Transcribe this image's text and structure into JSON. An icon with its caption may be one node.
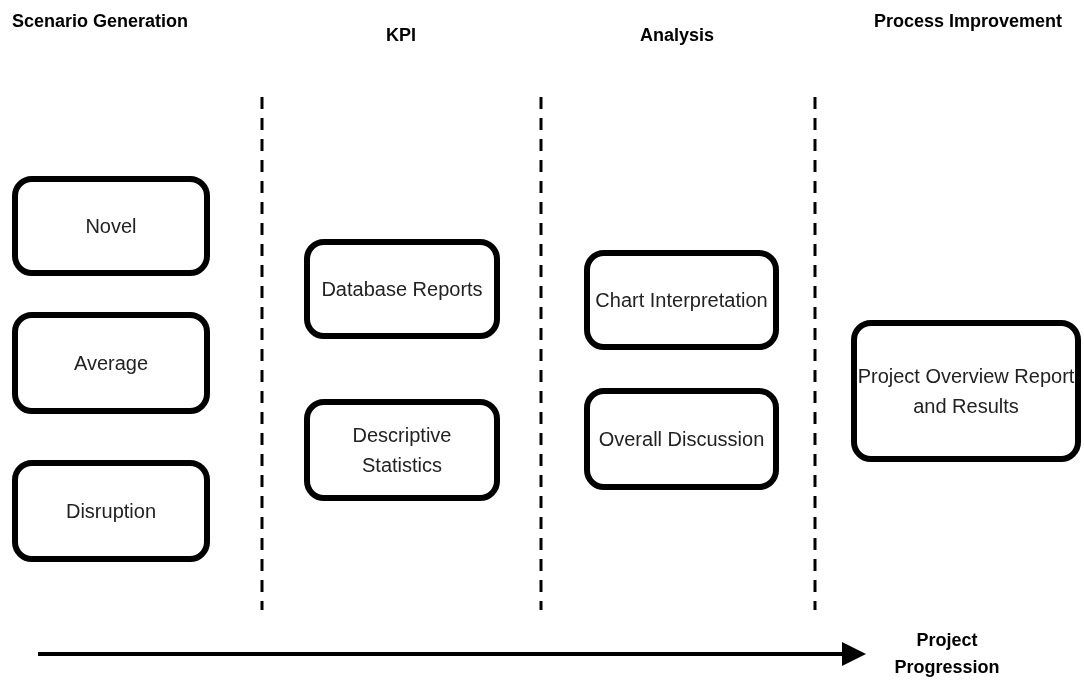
{
  "diagram": {
    "nodes": [
      {
        "text": [
          "Novel"
        ]
      },
      {
        "text": [
          "Average"
        ]
      },
      {
        "text": [
          "Disruption"
        ]
      },
      {
        "text": [
          "Database Reports"
        ]
      },
      {
        "text": [
          "Descriptive Statistics"
        ]
      },
      {
        "text": [
          "Chart Interpretation"
        ]
      },
      {
        "text": [
          "Overall Discussion"
        ]
      },
      {
        "text": [
          "Project Overview Report and Results"
        ]
      },
      {
        "text": [
          "Project Progression"
        ]
      }
    ],
    "edges": [
      {
        "from": null,
        "to": 8,
        "arrow": "to"
      }
    ],
    "labels": [
      "Scenario Generation",
      "KPI",
      "Analysis",
      "Process Improvement"
    ]
  }
}
